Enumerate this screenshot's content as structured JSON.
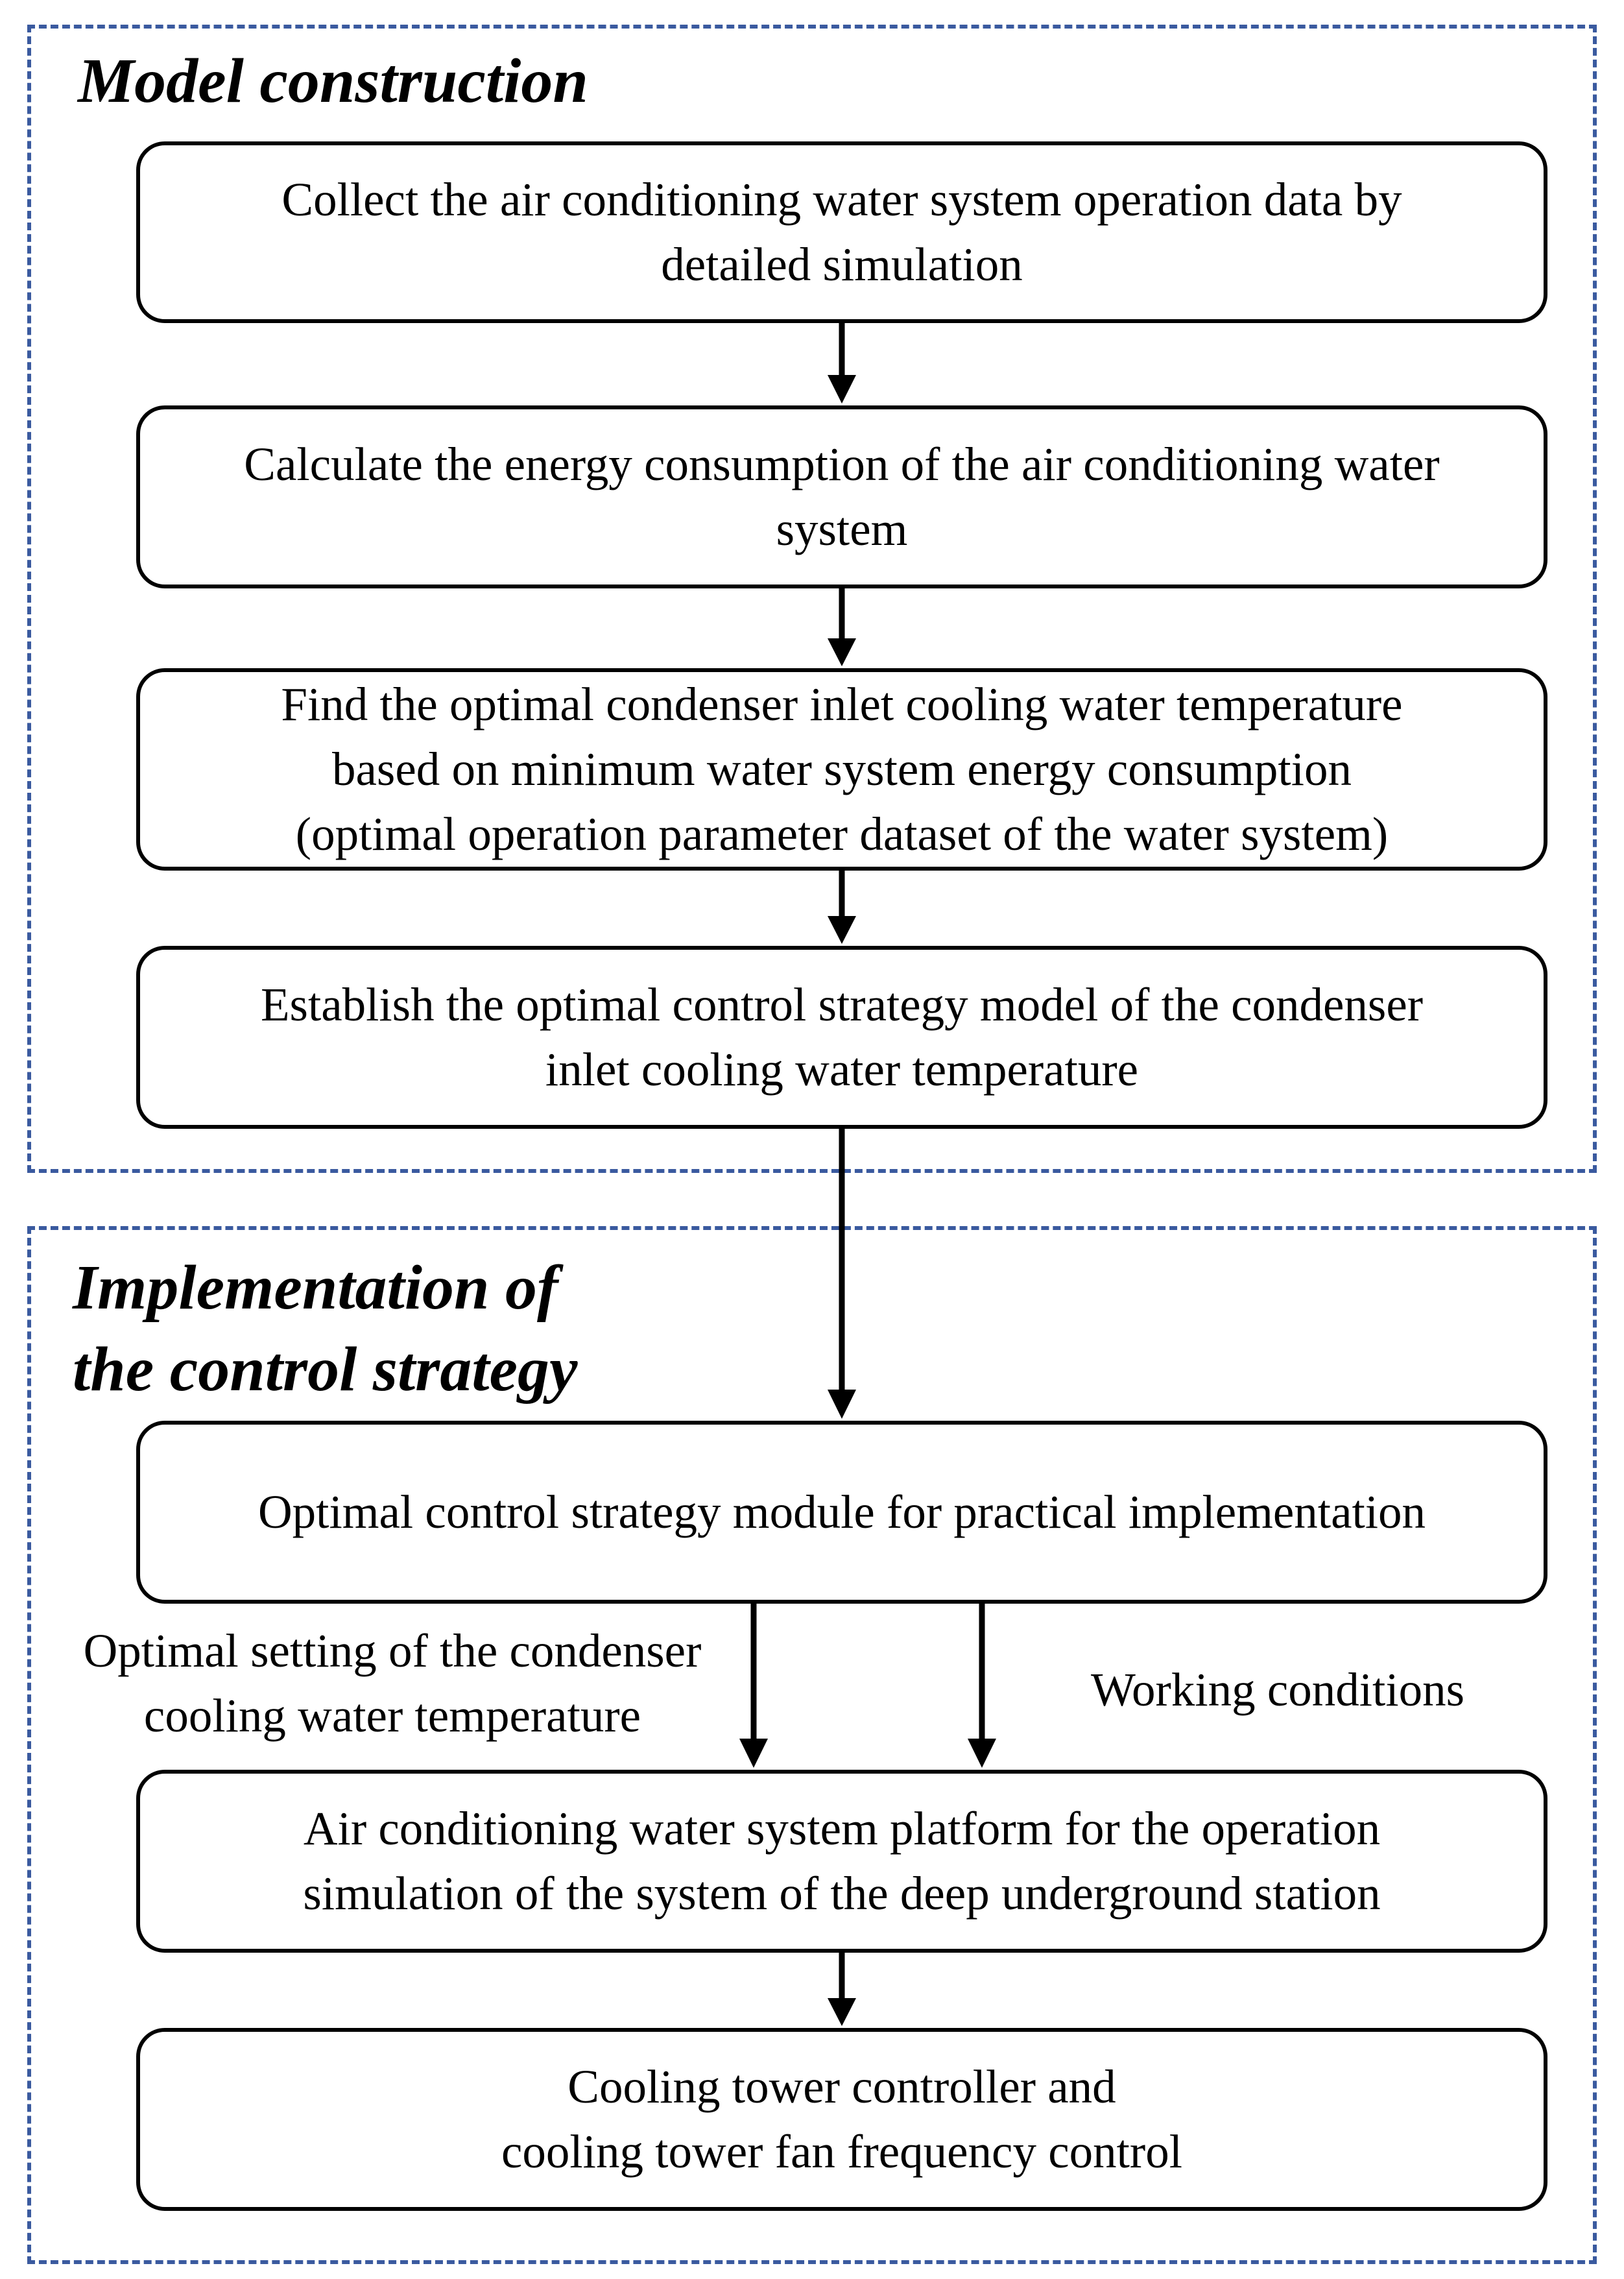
{
  "sections": {
    "model_construction": {
      "title": "Model construction"
    },
    "implementation": {
      "title_line1": "Implementation of",
      "title_line2": "the control strategy"
    }
  },
  "steps": {
    "collect_data": "Collect the air conditioning water system operation data by\ndetailed simulation",
    "calculate_energy": "Calculate the energy consumption of the air conditioning water\nsystem",
    "find_optimal": "Find the optimal condenser inlet cooling water temperature\nbased on minimum water system energy consumption\n(optimal operation parameter dataset of the water system)",
    "establish_model": "Establish the optimal control strategy model of the condenser\ninlet cooling water temperature",
    "control_module": "Optimal control strategy module for practical implementation",
    "platform": "Air conditioning water system platform for the operation\nsimulation of the system of the deep underground station",
    "cooling_tower": "Cooling tower controller and\ncooling tower fan frequency control"
  },
  "edge_labels": {
    "optimal_setting": "Optimal setting of the condenser\ncooling water temperature",
    "working_conditions": "Working conditions"
  },
  "colors": {
    "frame": "#3a5a9f",
    "box_border": "#000000",
    "arrow": "#000000"
  }
}
